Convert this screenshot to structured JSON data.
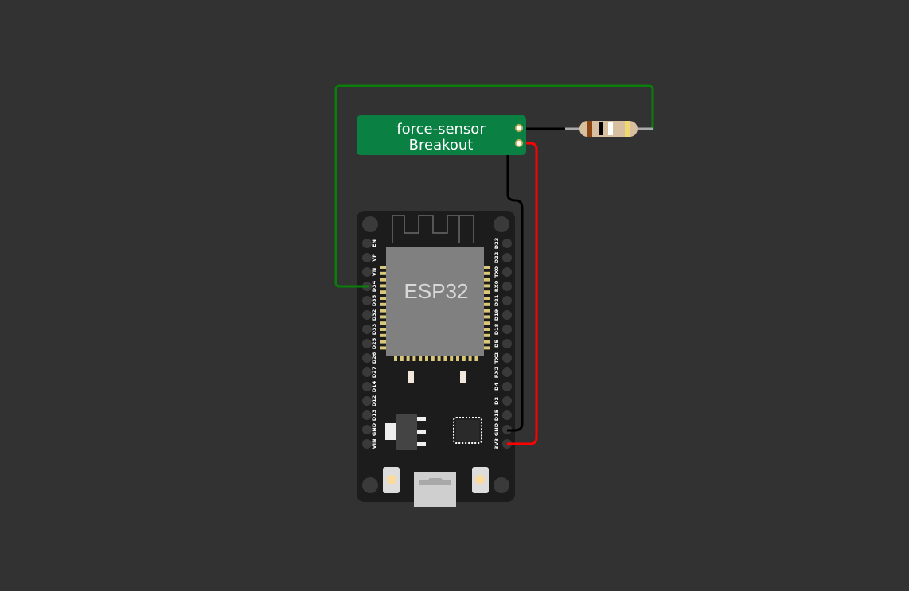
{
  "sensor": {
    "line1": "force-sensor",
    "line2": "Breakout",
    "color": "#0a8043"
  },
  "board": {
    "chip_label": "ESP32",
    "left_pins": [
      "EN",
      "VP",
      "VN",
      "D34",
      "D35",
      "D32",
      "D33",
      "D25",
      "D26",
      "D27",
      "D14",
      "D12",
      "D13",
      "GND",
      "VIN"
    ],
    "right_pins": [
      "D23",
      "D22",
      "TX0",
      "RX0",
      "D21",
      "D19",
      "D18",
      "D5",
      "TX2",
      "RX2",
      "D4",
      "D2",
      "D15",
      "GND",
      "3V3"
    ]
  },
  "wires": {
    "signal": "#0a7d0a",
    "ground": "#000000",
    "power": "#ff0000"
  }
}
